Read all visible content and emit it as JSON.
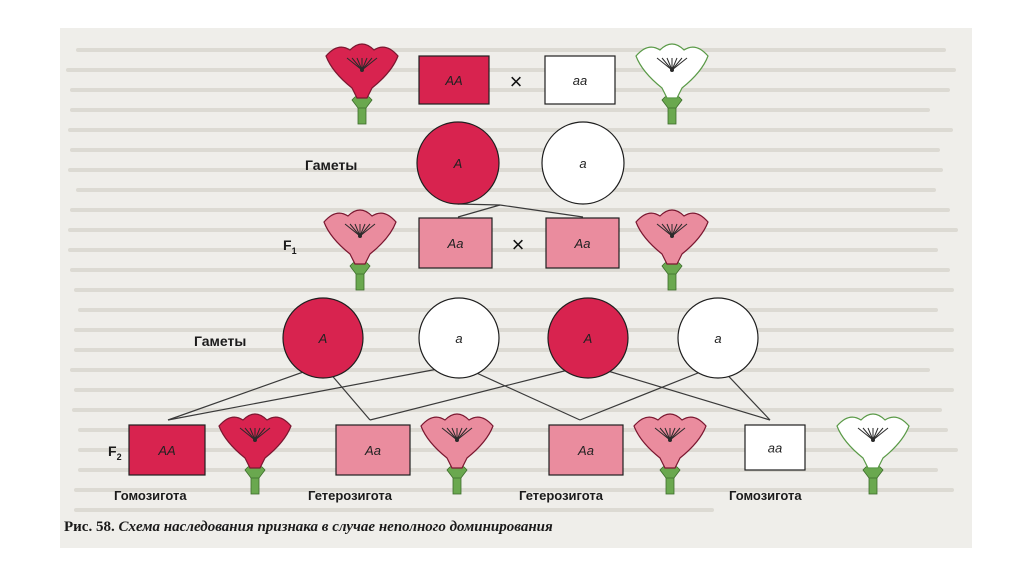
{
  "colors": {
    "red": "#d8234f",
    "pink": "#ea8c9e",
    "white": "#ffffff",
    "outline": "#1f1f1f",
    "stem": "#6aa84f"
  },
  "labels": {
    "gametes": "Гаметы",
    "f1": "F",
    "f1_sub": "1",
    "f2": "F",
    "f2_sub": "2",
    "cross": "×"
  },
  "parents": [
    {
      "genotype": "АА",
      "color": "red"
    },
    {
      "genotype": "аа",
      "color": "white"
    }
  ],
  "gametes_p": [
    {
      "allele": "А",
      "color": "red"
    },
    {
      "allele": "а",
      "color": "white"
    }
  ],
  "f1": [
    {
      "genotype": "Аа",
      "color": "pink"
    },
    {
      "genotype": "Аа",
      "color": "pink"
    }
  ],
  "gametes_f1": [
    {
      "allele": "А",
      "color": "red"
    },
    {
      "allele": "а",
      "color": "white"
    },
    {
      "allele": "А",
      "color": "red"
    },
    {
      "allele": "а",
      "color": "white"
    }
  ],
  "f2": [
    {
      "genotype": "АА",
      "color": "red",
      "label": "Гомозигота"
    },
    {
      "genotype": "Аа",
      "color": "pink",
      "label": "Гетерозигота"
    },
    {
      "genotype": "Аа",
      "color": "pink",
      "label": "Гетерозигота"
    },
    {
      "genotype": "аа",
      "color": "white",
      "label": "Гомозигота"
    }
  ],
  "caption": {
    "prefix": "Рис. 58.",
    "text": "Схема наследования признака в случае неполного доминирования"
  }
}
